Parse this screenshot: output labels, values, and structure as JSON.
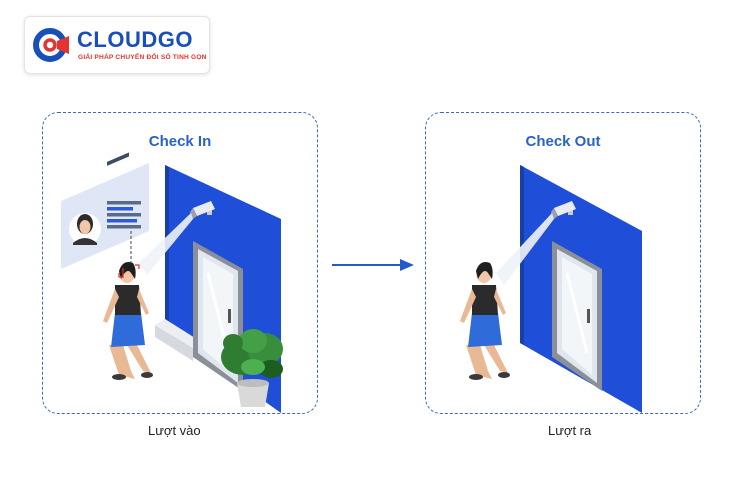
{
  "logo": {
    "name": "CLOUDGO",
    "tagline": "GIẢI PHÁP CHUYỂN ĐỔI SỐ TINH GỌN"
  },
  "panels": [
    {
      "title": "Check In",
      "caption": "Lượt vào"
    },
    {
      "title": "Check Out",
      "caption": "Lượt ra"
    }
  ],
  "colors": {
    "brand_blue": "#1a4fb8",
    "brand_red": "#e3342f",
    "wall_blue": "#1f4fd8",
    "frame_border": "#3a68c8"
  },
  "icons": [
    "security-camera-icon",
    "id-card-icon",
    "arrow-right-icon",
    "potted-plant-icon"
  ]
}
